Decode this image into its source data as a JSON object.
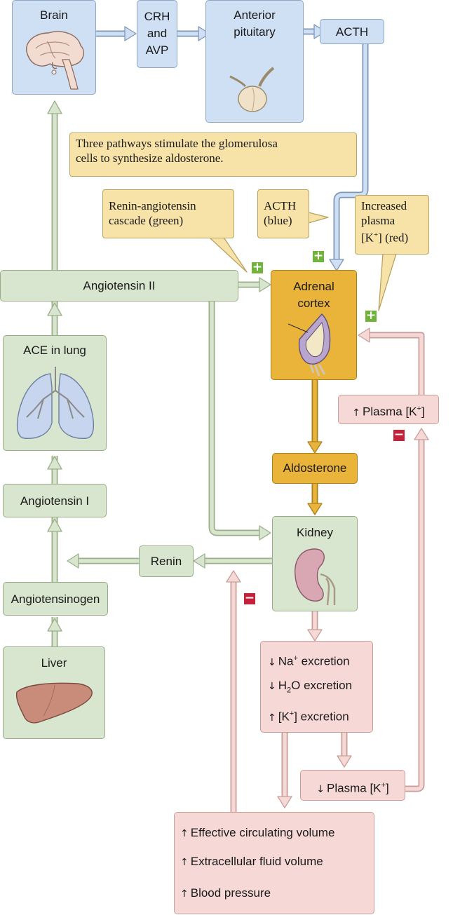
{
  "nodes": {
    "brain": "Brain",
    "crh_line1": "CRH",
    "crh_line2": "and",
    "crh_line3": "AVP",
    "pituitary_line1": "Anterior",
    "pituitary_line2": "pituitary",
    "acth": "ACTH",
    "angiotensin_ii": "Angiotensin II",
    "adrenal_line1": "Adrenal",
    "adrenal_line2": "cortex",
    "ace_in_lung": "ACE in lung",
    "plasma_k_up": "Plasma [K",
    "plasma_k_up_sup": "+",
    "plasma_k_up_end": "]",
    "aldosterone": "Aldosterone",
    "angiotensin_i": "Angiotensin I",
    "kidney": "Kidney",
    "renin": "Renin",
    "angiotensinogen": "Angiotensinogen",
    "liver": "Liver",
    "excretion": {
      "na_a": "Na",
      "na_sup": "+",
      "na_b": " excretion",
      "h2o_a": "H",
      "h2o_sub": "2",
      "h2o_b": "O excretion",
      "k_a": "[K",
      "k_sup": "+",
      "k_b": "] excretion"
    },
    "plasma_k_down": "Plasma [K",
    "plasma_k_down_sup": "+",
    "plasma_k_down_end": "]",
    "effects": {
      "line1": "Effective circulating volume",
      "line2": "Extracellular fluid volume",
      "line3": "Blood pressure"
    }
  },
  "notes": {
    "three_pathways_line1": "Three pathways stimulate the glomerulosa",
    "three_pathways_line2": "cells to synthesize aldosterone.",
    "renin_line1": "Renin-angiotensin",
    "renin_line2": "cascade (green)",
    "acth_line1": "ACTH",
    "acth_line2": "(blue)",
    "k_line1": "Increased",
    "k_line2": "plasma",
    "k_line3a": "[K",
    "k_line3sup": "+",
    "k_line3b": "] (red)"
  },
  "signs": {
    "plus": "+",
    "minus": "−"
  },
  "arrows": {
    "up": "↑",
    "down": "↓"
  },
  "colors": {
    "blue_pathway": "#cfe0f4",
    "green_pathway": "#d9e6cf",
    "red_pathway": "#f6d9d6",
    "adrenal": "#eab33a",
    "note": "#f7e3a8",
    "stimulate": "#6fb33a",
    "inhibit": "#c6213a"
  }
}
